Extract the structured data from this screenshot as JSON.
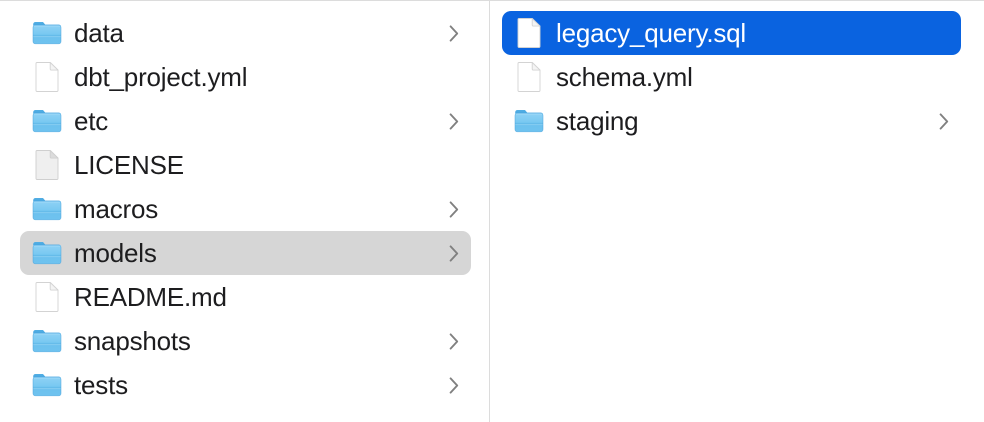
{
  "window": {
    "view_mode": "column",
    "background_color": "#ffffff",
    "divider_color": "#dcdcdc",
    "selection_blue": "#0a63e0",
    "selection_gray": "#d6d6d6",
    "text_color": "#1d1d1f",
    "folder_icon_color": "#6ec4f2",
    "chevron_color": "#808080"
  },
  "columns": [
    {
      "name": "parent-column",
      "items": [
        {
          "label": "data",
          "icon": "folder-icon",
          "kind": "folder",
          "has_chevron": true,
          "selected": false,
          "selection_style": "none"
        },
        {
          "label": "dbt_project.yml",
          "icon": "document-icon",
          "kind": "file",
          "has_chevron": false,
          "selected": false,
          "selection_style": "none"
        },
        {
          "label": "etc",
          "icon": "folder-icon",
          "kind": "folder",
          "has_chevron": true,
          "selected": false,
          "selection_style": "none"
        },
        {
          "label": "LICENSE",
          "icon": "generic-file-icon",
          "kind": "file",
          "has_chevron": false,
          "selected": false,
          "selection_style": "none"
        },
        {
          "label": "macros",
          "icon": "folder-icon",
          "kind": "folder",
          "has_chevron": true,
          "selected": false,
          "selection_style": "none"
        },
        {
          "label": "models",
          "icon": "folder-icon",
          "kind": "folder",
          "has_chevron": true,
          "selected": true,
          "selection_style": "gray"
        },
        {
          "label": "README.md",
          "icon": "document-icon",
          "kind": "file",
          "has_chevron": false,
          "selected": false,
          "selection_style": "none"
        },
        {
          "label": "snapshots",
          "icon": "folder-icon",
          "kind": "folder",
          "has_chevron": true,
          "selected": false,
          "selection_style": "none"
        },
        {
          "label": "tests",
          "icon": "folder-icon",
          "kind": "folder",
          "has_chevron": true,
          "selected": false,
          "selection_style": "none"
        }
      ]
    },
    {
      "name": "child-column",
      "items": [
        {
          "label": "legacy_query.sql",
          "icon": "document-icon",
          "kind": "file",
          "has_chevron": false,
          "selected": true,
          "selection_style": "blue"
        },
        {
          "label": "schema.yml",
          "icon": "document-icon",
          "kind": "file",
          "has_chevron": false,
          "selected": false,
          "selection_style": "none"
        },
        {
          "label": "staging",
          "icon": "folder-icon",
          "kind": "folder",
          "has_chevron": true,
          "selected": false,
          "selection_style": "none"
        }
      ]
    }
  ]
}
